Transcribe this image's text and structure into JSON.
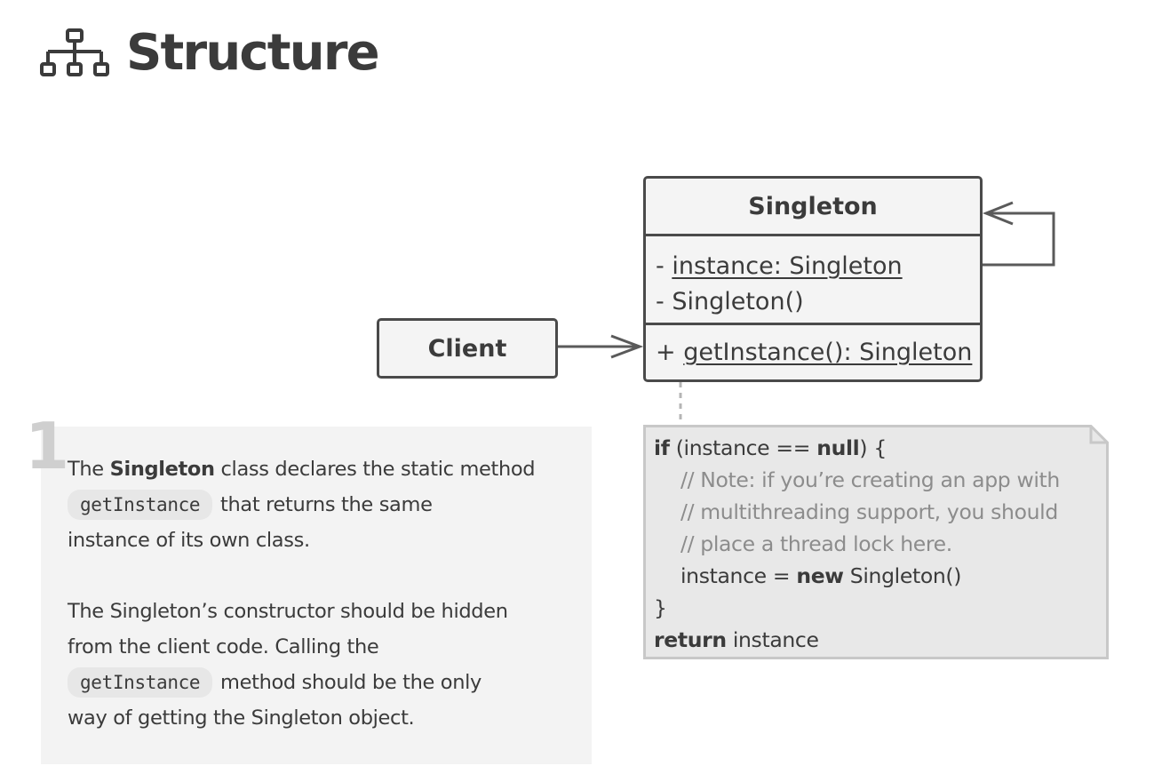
{
  "header": {
    "title": "Structure",
    "icon": "hierarchy-icon"
  },
  "diagram": {
    "singleton": {
      "name": "Singleton",
      "attributes": [
        "instance: Singleton",
        "Singleton()"
      ],
      "attribute_visibility": [
        "-",
        "-"
      ],
      "operation": "getInstance(): Singleton",
      "operation_visibility": "+"
    },
    "client": {
      "name": "Client"
    },
    "note": {
      "lines": [
        {
          "kw1": "if",
          "rest": " (instance == ",
          "kw2": "null",
          "end": ") {"
        },
        {
          "comment": "// Note: if you’re creating an app with"
        },
        {
          "comment": "// multithreading support, you should"
        },
        {
          "comment": "// place a thread lock here."
        },
        {
          "pre": "instance = ",
          "kw": "new",
          "post": " Singleton()"
        },
        {
          "text": "}"
        },
        {
          "kw": "return",
          "post": " instance"
        }
      ]
    }
  },
  "description": {
    "step_number": "1",
    "p1": {
      "pre": "The ",
      "bold": "Singleton",
      "post": " class declares the static method",
      "code": "getInstance",
      "post2": "that returns the same",
      "post3": "instance of its own class."
    },
    "p2": {
      "line1": "The Singleton’s constructor should be hidden",
      "line2": "from the client code. Calling the",
      "code": "getInstance",
      "line3": "method should be the only",
      "line4": "way of getting the Singleton object."
    }
  },
  "colors": {
    "stroke": "#4a4a4a",
    "box_fill": "#f4f4f4",
    "note_fill": "#e8e8e8",
    "desc_fill": "#f3f3f3",
    "comment": "#8c8c8c"
  }
}
